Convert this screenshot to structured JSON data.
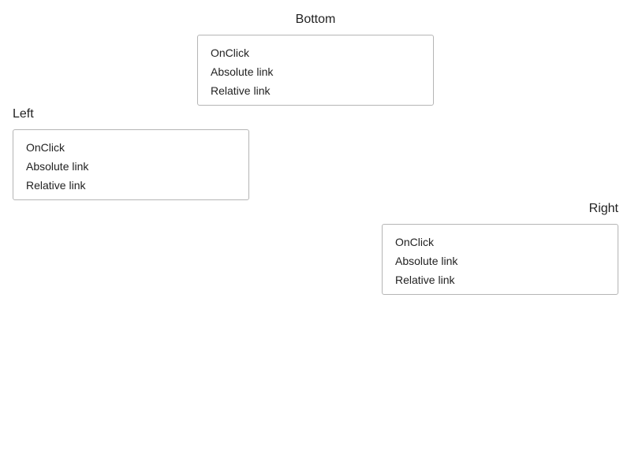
{
  "dropdowns": [
    {
      "trigger_label": "Bottom",
      "items": [
        "OnClick",
        "Absolute link",
        "Relative link"
      ]
    },
    {
      "trigger_label": "Left",
      "items": [
        "OnClick",
        "Absolute link",
        "Relative link"
      ]
    },
    {
      "trigger_label": "Right",
      "items": [
        "OnClick",
        "Absolute link",
        "Relative link"
      ]
    }
  ]
}
